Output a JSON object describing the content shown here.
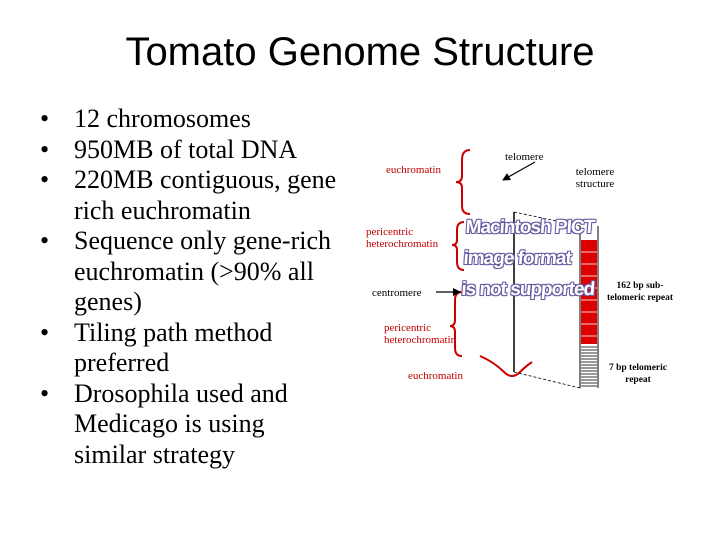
{
  "slide": {
    "title": "Tomato Genome Structure",
    "bullet_marker": "•",
    "bullets": [
      [
        "12 chromosomes"
      ],
      [
        "950MB of total DNA"
      ],
      [
        "220MB contiguous, gene",
        "rich euchromatin"
      ],
      [
        "Sequence only gene-rich",
        "euchromatin (>90% all",
        "genes)"
      ],
      [
        "Tiling path method",
        "preferred"
      ],
      [
        "Drosophila used and",
        "Medicago is using",
        "similar strategy"
      ]
    ]
  },
  "diagram": {
    "labels": {
      "euchromatin_top": "euchromatin",
      "telomere": "telomere",
      "telomere_structure_1": "telomere",
      "telomere_structure_2": "structure",
      "pericentric_top_1": "pericentric",
      "pericentric_top_2": "heterochromatin",
      "centromere": "centromere",
      "pericentric_bottom_1": "pericentric",
      "pericentric_bottom_2": "heterochromatin",
      "euchromatin_bottom": "euchromatin",
      "subtelomeric_1": "162  bp sub-",
      "subtelomeric_2": "telomeric repeat",
      "telomeric_1": "7 bp telomeric",
      "telomeric_2": "repeat"
    },
    "placeholder_lines": [
      "Macintosh PICT",
      "image format",
      "is not supported"
    ],
    "colors": {
      "chromosome": "#cc0000",
      "bracket": "#cc0000",
      "placeholder_text_outline": "#6a5aa0"
    }
  }
}
